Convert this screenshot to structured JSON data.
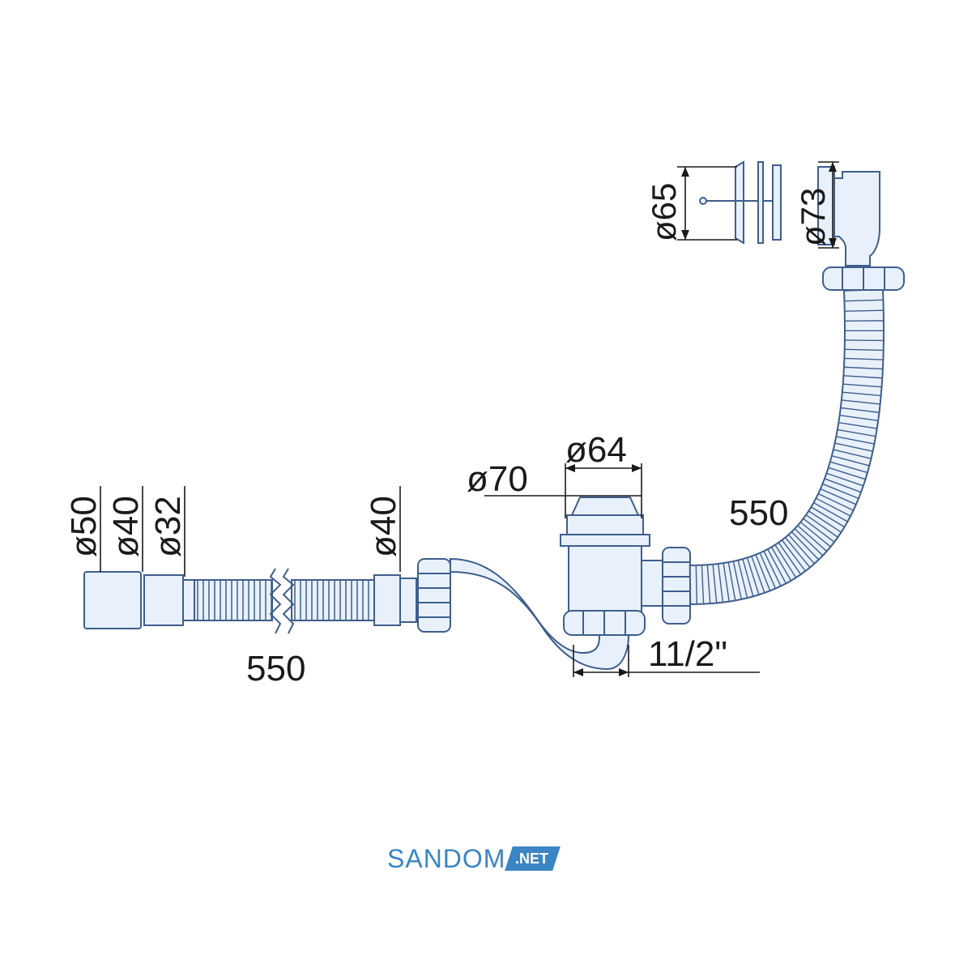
{
  "dimensions": {
    "d50": "ø50",
    "d40_left": "ø40",
    "d32": "ø32",
    "d40_mid": "ø40",
    "len_bottom": "550",
    "d70": "ø70",
    "d64": "ø64",
    "thread": "11/2\"",
    "len_right": "550",
    "d65": "ø65",
    "d73": "ø73"
  },
  "logo": {
    "main": "SANDOM",
    "tld": ".NET"
  },
  "colors": {
    "line": "#3f5e8c",
    "fill": "#e8f1fb",
    "dim": "#1a1a1a",
    "brand": "#3a86c4"
  }
}
